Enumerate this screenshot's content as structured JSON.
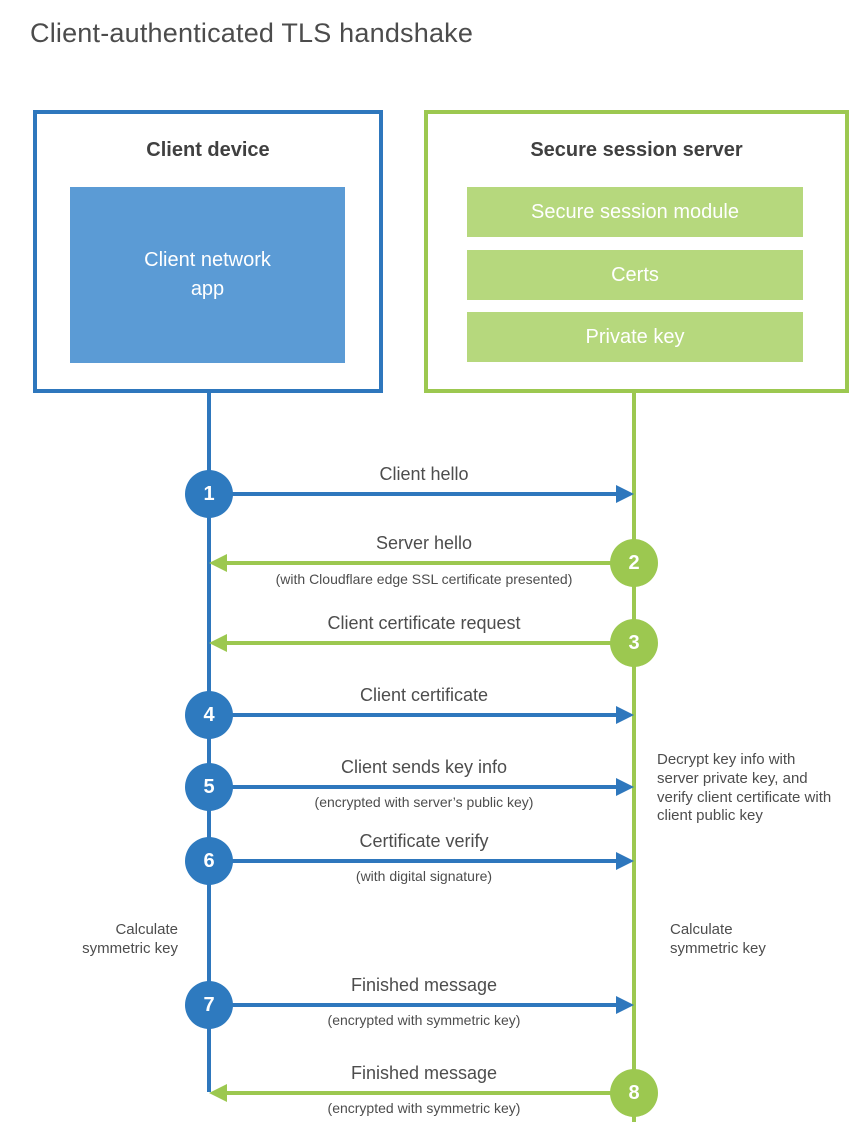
{
  "title": "Client-authenticated TLS handshake",
  "colors": {
    "blue_stroke": "#2e77bd",
    "blue_fill": "#5b9bd5",
    "green_stroke": "#9cc850",
    "green_fill": "#b6d87d",
    "heading_text": "#404040",
    "label_text": "#4d4d4d"
  },
  "client_box": {
    "title": "Client device",
    "app_label": "Client network\napp"
  },
  "server_box": {
    "title": "Secure session server",
    "modules": [
      {
        "label": "Secure session module"
      },
      {
        "label": "Certs"
      },
      {
        "label": "Private key"
      }
    ]
  },
  "steps": [
    {
      "num": "1",
      "label": "Client hello",
      "sublabel": "",
      "from": "client",
      "to": "server"
    },
    {
      "num": "2",
      "label": "Server hello",
      "sublabel": "(with Cloudflare edge SSL certificate presented)",
      "from": "server",
      "to": "client"
    },
    {
      "num": "3",
      "label": "Client certificate request",
      "sublabel": "",
      "from": "server",
      "to": "client"
    },
    {
      "num": "4",
      "label": "Client certificate",
      "sublabel": "",
      "from": "client",
      "to": "server"
    },
    {
      "num": "5",
      "label": "Client sends key info",
      "sublabel": "(encrypted with server’s public key)",
      "from": "client",
      "to": "server"
    },
    {
      "num": "6",
      "label": "Certificate verify",
      "sublabel": "(with digital signature)",
      "from": "client",
      "to": "server"
    },
    {
      "num": "7",
      "label": "Finished message",
      "sublabel": "(encrypted with symmetric key)",
      "from": "client",
      "to": "server"
    },
    {
      "num": "8",
      "label": "Finished message",
      "sublabel": "(encrypted with symmetric key)",
      "from": "server",
      "to": "client"
    }
  ],
  "annotations": {
    "decrypt_note": "Decrypt key info with server private key, and verify client certificate with client public key",
    "calc_client": "Calculate\nsymmetric key",
    "calc_server": "Calculate\nsymmetric key"
  }
}
